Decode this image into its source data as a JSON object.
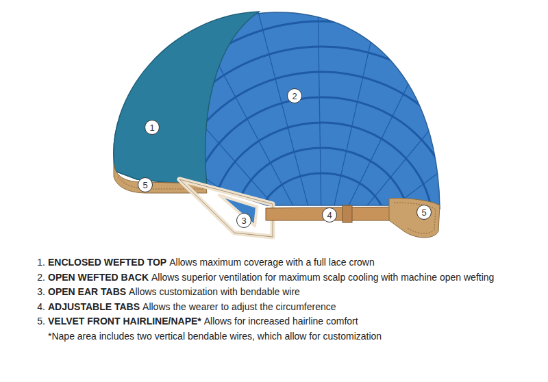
{
  "diagram": {
    "labels": [
      "1",
      "2",
      "5",
      "3",
      "4",
      "5",
      "1.",
      "ENCLOSED WEFTED TOP",
      "Allows maximum coverage with a full lace crown",
      "2.",
      "OPEN WEFTED BACK",
      "Allows superior ventilation for maximum scalp cooling with machine open wefting",
      "3.",
      "OPEN EAR TABS",
      "Allows customization with bendable wire",
      "4.",
      "ADJUSTABLE TABS",
      "Allows the wearer to adjust the circumference",
      "5.",
      "VELVET FRONT HAIRLINE/NAPE*",
      "Allows for increased hairline comfort",
      "*Nape area includes two vertical bendable wires, which allow for customization"
    ]
  }
}
